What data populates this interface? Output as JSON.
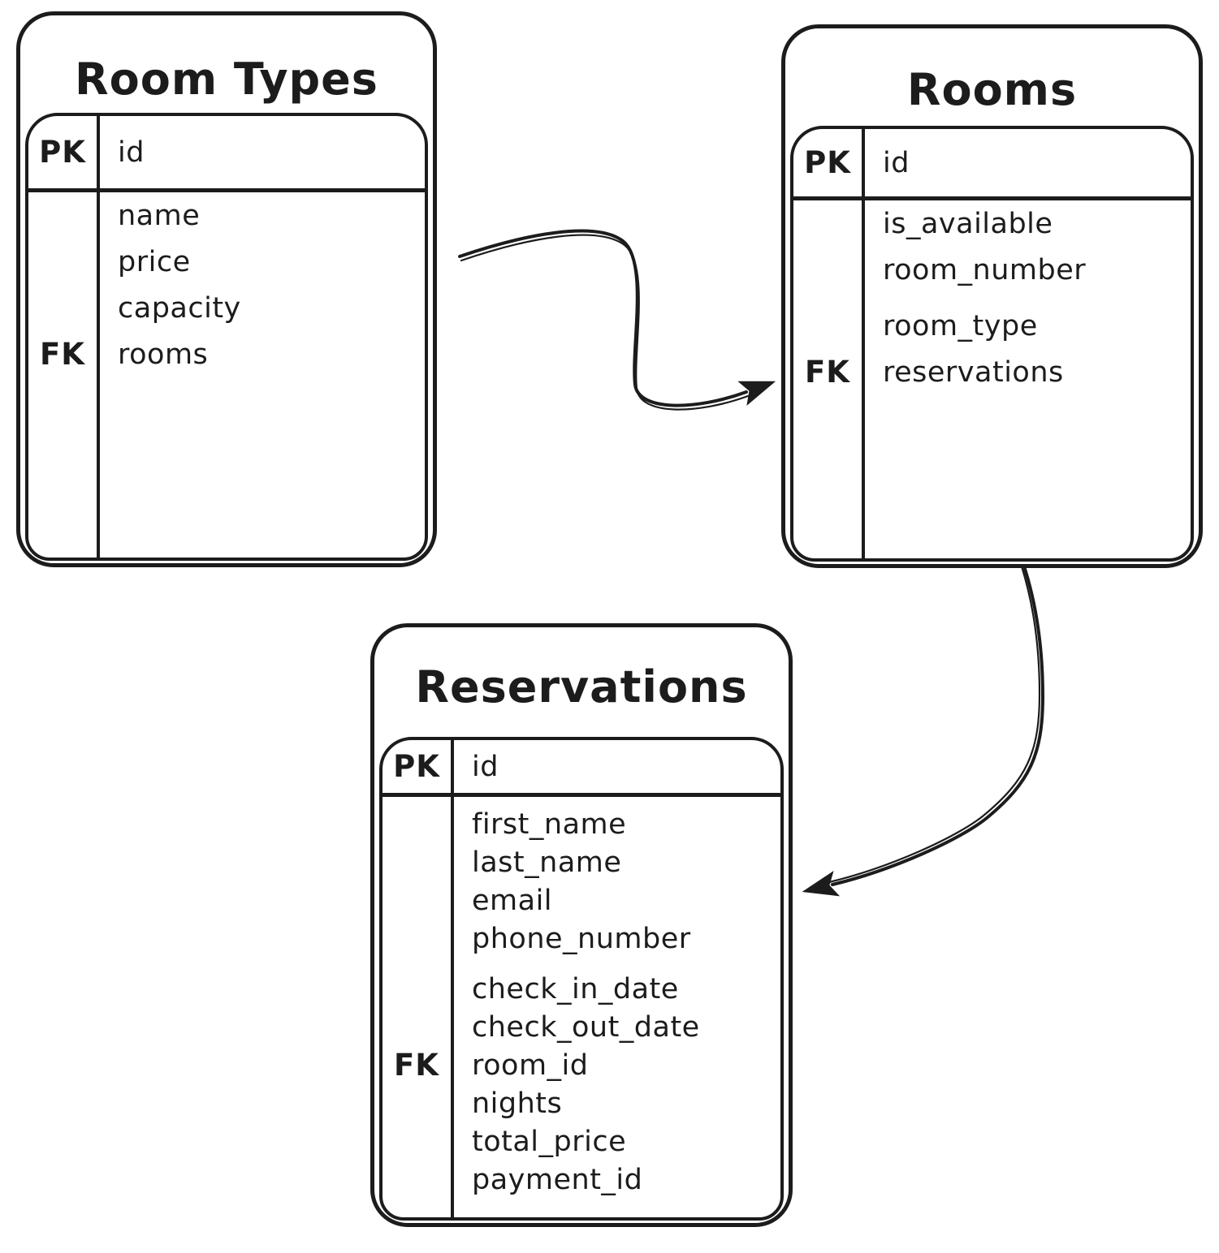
{
  "diagram": {
    "type": "entity-relationship",
    "style": "hand-drawn",
    "colors": {
      "ink": "#1c1c1c",
      "background": "#ffffff"
    },
    "tables": [
      {
        "title": "Room Types",
        "header": {
          "key": "PK",
          "field": "id"
        },
        "fields": [
          {
            "key": "",
            "name": "name"
          },
          {
            "key": "",
            "name": "price"
          },
          {
            "key": "",
            "name": "capacity"
          },
          {
            "key": "FK",
            "name": "rooms"
          }
        ]
      },
      {
        "title": "Rooms",
        "header": {
          "key": "PK",
          "field": "id"
        },
        "fields": [
          {
            "key": "",
            "name": "is_available"
          },
          {
            "key": "",
            "name": "room_number"
          },
          {
            "key": "",
            "name": "room_type"
          },
          {
            "key": "FK",
            "name": "reservations"
          }
        ]
      },
      {
        "title": "Reservations",
        "header": {
          "key": "PK",
          "field": "id"
        },
        "fields": [
          {
            "key": "",
            "name": "first_name"
          },
          {
            "key": "",
            "name": "last_name"
          },
          {
            "key": "",
            "name": "email"
          },
          {
            "key": "",
            "name": "phone_number"
          },
          {
            "key": "",
            "name": "check_in_date"
          },
          {
            "key": "",
            "name": "check_out_date"
          },
          {
            "key": "FK",
            "name": "room_id"
          },
          {
            "key": "",
            "name": "nights"
          },
          {
            "key": "",
            "name": "total_price"
          },
          {
            "key": "",
            "name": "payment_id"
          }
        ]
      }
    ],
    "relationships": [
      {
        "from": "Room Types",
        "to": "Rooms"
      },
      {
        "from": "Rooms",
        "to": "Reservations"
      }
    ]
  }
}
